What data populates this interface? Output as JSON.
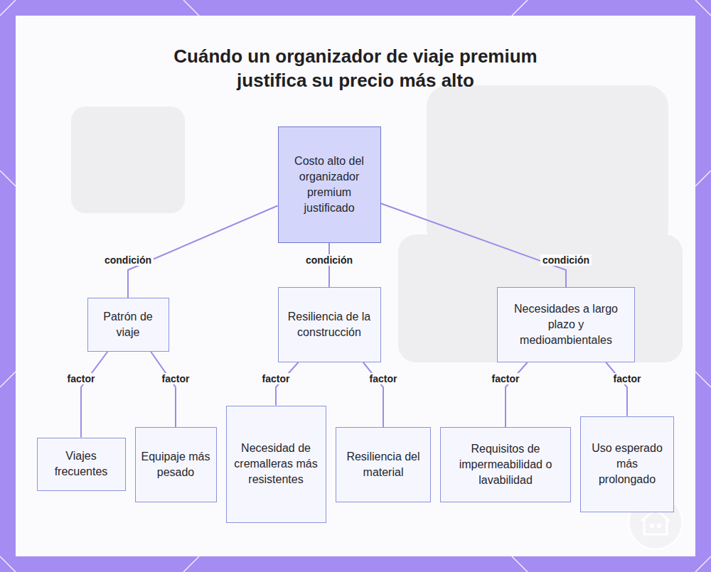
{
  "diagram": {
    "title": "Cuándo un organizador de viaje premium justifica su precio más alto",
    "nodes": [
      {
        "text": [
          "Costo alto del organizador premium justificado"
        ]
      },
      {
        "text": [
          "Patrón de viaje"
        ]
      },
      {
        "text": [
          "Resiliencia de la construcción"
        ]
      },
      {
        "text": [
          "Necesidades a largo plazo y medioambientales"
        ]
      },
      {
        "text": [
          "Viajes frecuentes"
        ]
      },
      {
        "text": [
          "Equipaje más pesado"
        ]
      },
      {
        "text": [
          "Necesidad de cremalleras más resistentes"
        ]
      },
      {
        "text": [
          "Resiliencia del material"
        ]
      },
      {
        "text": [
          "Requisitos de impermeabilidad o lavabilidad"
        ]
      },
      {
        "text": [
          "Uso esperado más prolongado"
        ]
      }
    ],
    "edges": [
      {
        "from": 0,
        "to": 1,
        "label": "condición",
        "arrow": "none"
      },
      {
        "from": 0,
        "to": 2,
        "label": "condición",
        "arrow": "none"
      },
      {
        "from": 0,
        "to": 3,
        "label": "condición",
        "arrow": "none"
      },
      {
        "from": 1,
        "to": 4,
        "label": "factor",
        "arrow": "none"
      },
      {
        "from": 1,
        "to": 5,
        "label": "factor",
        "arrow": "none"
      },
      {
        "from": 2,
        "to": 6,
        "label": "factor",
        "arrow": "none"
      },
      {
        "from": 2,
        "to": 7,
        "label": "factor",
        "arrow": "none"
      },
      {
        "from": 3,
        "to": 8,
        "label": "factor",
        "arrow": "none"
      },
      {
        "from": 3,
        "to": 9,
        "label": "factor",
        "arrow": "none"
      }
    ]
  }
}
